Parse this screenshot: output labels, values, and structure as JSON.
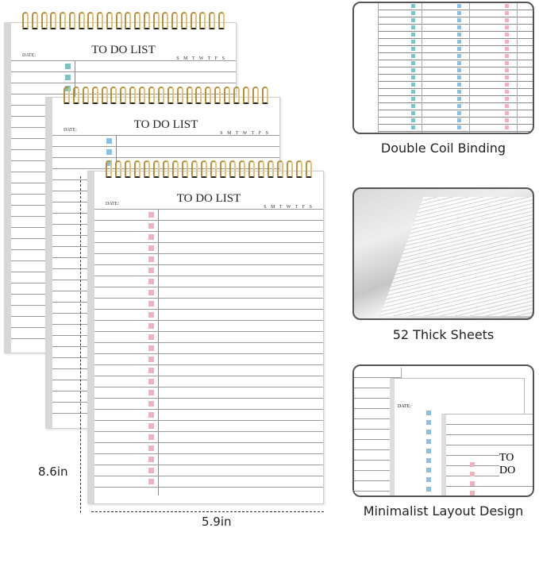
{
  "notepads": [
    {
      "title": "TO DO LIST",
      "date_label": "DATE:",
      "days": "S M T W T F S",
      "checkbox_color": "#7ec3c4"
    },
    {
      "title": "TO DO LIST",
      "date_label": "DATE:",
      "days": "S M T W T F S",
      "checkbox_color": "#8cc0e3"
    },
    {
      "title": "TO DO LIST",
      "date_label": "DATE:",
      "days": "S M T W T F S",
      "checkbox_color": "#eeb1bd"
    }
  ],
  "dimensions": {
    "height": "8.6in",
    "width": "5.9in"
  },
  "features": [
    {
      "caption": "Double Coil Binding"
    },
    {
      "caption": "52 Thick Sheets"
    },
    {
      "caption": "Minimalist Layout Design",
      "inset_title": "TO DO",
      "inset_date": "DATE:"
    }
  ],
  "colors": {
    "coil": "#b8913f",
    "border": "#555555"
  }
}
